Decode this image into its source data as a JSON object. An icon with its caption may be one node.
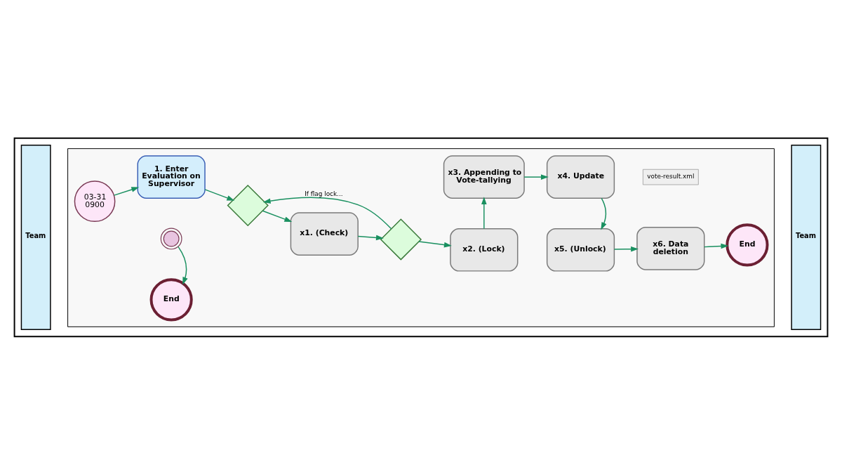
{
  "diagram": {
    "nodes": [
      {
        "text": [],
        "shape": "box"
      },
      {
        "text": [
          "Team"
        ],
        "in": 0
      },
      {
        "text": [],
        "shape": "box",
        "in": 0
      },
      {
        "text": [
          "03-31 0900"
        ],
        "in": 2
      },
      {
        "text": [
          "1. Enter Evaluation on Supervisor"
        ],
        "in": 2
      },
      {
        "text": [],
        "shape": "circle",
        "in": 2
      },
      {
        "text": [
          "End"
        ],
        "in": 2
      },
      {
        "text": [],
        "shape": "diamond",
        "in": 2
      },
      {
        "text": [
          "x1. (Check)"
        ],
        "in": 2
      },
      {
        "text": [],
        "shape": "diamond",
        "in": 2
      },
      {
        "text": [
          "x3. Appending to Vote-tallying"
        ],
        "in": 2
      },
      {
        "text": [
          "x2. (Lock)"
        ],
        "in": 2
      },
      {
        "text": [
          "x4. Update"
        ],
        "in": 2
      },
      {
        "text": [
          "vote-result.xml"
        ],
        "in": 2
      },
      {
        "text": [
          "x5. (Unlock)"
        ],
        "in": 2
      },
      {
        "text": [
          "x6. Data deletion"
        ],
        "in": 2
      },
      {
        "text": [
          "End"
        ],
        "in": 2
      },
      {
        "text": [
          "Team"
        ],
        "in": 0
      }
    ],
    "edges": [
      {
        "from": 3,
        "to": 4,
        "arrow": "to"
      },
      {
        "from": 4,
        "to": 7,
        "arrow": "to"
      },
      {
        "from": 5,
        "to": 6,
        "arrow": "to"
      },
      {
        "from": 7,
        "to": 8,
        "arrow": "to"
      },
      {
        "from": 8,
        "to": 9,
        "arrow": "to"
      },
      {
        "from": 9,
        "to": 11,
        "arrow": "to"
      },
      {
        "from": 9,
        "to": 7,
        "arrow": "to",
        "label": "If flag lock..."
      },
      {
        "from": 11,
        "to": 10,
        "arrow": "to"
      },
      {
        "from": 10,
        "to": 12,
        "arrow": "to"
      },
      {
        "from": 12,
        "to": 14,
        "arrow": "to"
      },
      {
        "from": 14,
        "to": 15,
        "arrow": "to"
      },
      {
        "from": 15,
        "to": 16,
        "arrow": "to"
      }
    ]
  }
}
